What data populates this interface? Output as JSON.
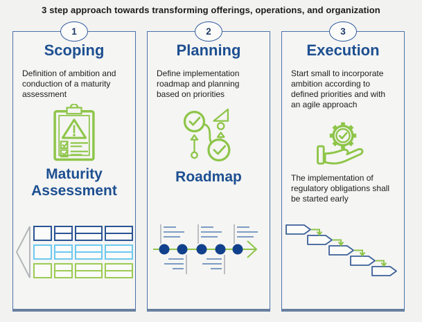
{
  "title": "3 step approach towards transforming offerings, operations, and organization",
  "colors": {
    "heading_blue": "#1d4f91",
    "card_border_blue": "#4a71a8",
    "icon_green": "#8ec549",
    "row_light_blue": "#6cc9ef",
    "row_navy": "#2a5394",
    "timeline_dot_navy": "#11418c",
    "placeholder_line_blue": "#7d9bc4",
    "placeholder_line_gray": "#a9adb3",
    "background": "#f2f2f0"
  },
  "steps": [
    {
      "number": "1",
      "heading": "Scoping",
      "description": "Definition of ambition and conduction of a maturity assessment",
      "icon": "clipboard-checklist-warning-icon",
      "label": "Maturity Assessment",
      "diagram": "segmented-rows-diagram"
    },
    {
      "number": "2",
      "heading": "Planning",
      "description": "Define implementation roadmap and planning based on priorities",
      "icon": "roadmap-milestones-flag-icon",
      "label": "Roadmap",
      "diagram": "timeline-milestones-diagram"
    },
    {
      "number": "3",
      "heading": "Execution",
      "description": "Start small to incorporate ambition according to defined priorities and with an agile approach",
      "icon": "hand-holding-gear-check-icon",
      "note": "The implementation of regulatory obligations shall be started early",
      "diagram": "gantt-cascade-diagram"
    }
  ]
}
